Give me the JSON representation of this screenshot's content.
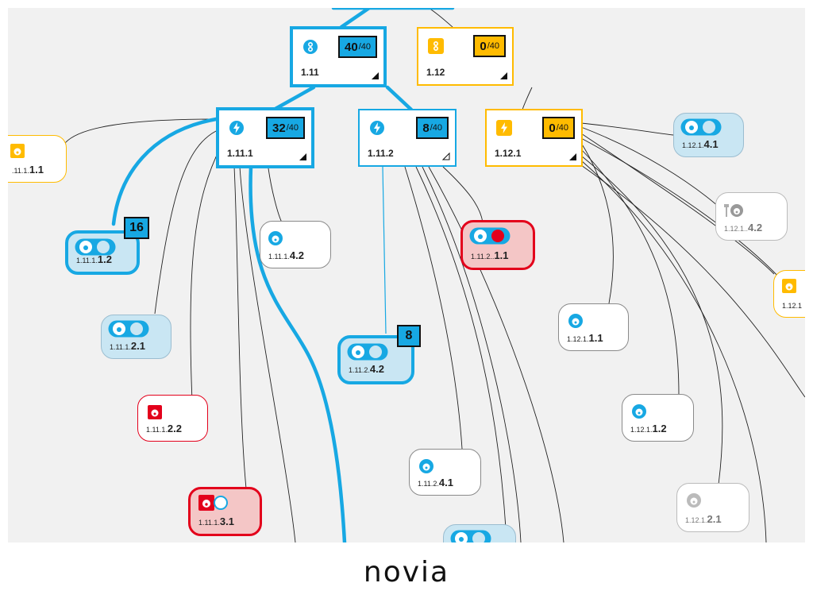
{
  "brand": {
    "logo_text": "novia"
  },
  "colors": {
    "blue": "#17a8e3",
    "amber": "#ffbb00",
    "red": "#e3001b",
    "leaf_blue": "#c9e6f3"
  },
  "nodes": {
    "n1_11": {
      "label": "1.11",
      "count": "40",
      "total": "/40",
      "icon": "sensor-icon"
    },
    "n1_12": {
      "label": "1.12",
      "count": "0",
      "total": "/40",
      "icon": "sensor-icon"
    },
    "n1_11_1": {
      "label": "1.11.1",
      "count": "32",
      "total": "/40",
      "icon": "bolt-icon"
    },
    "n1_11_2": {
      "label": "1.11.2",
      "count": "8",
      "total": "/40",
      "icon": "bolt-icon"
    },
    "n1_12_1": {
      "label": "1.12.1",
      "count": "0",
      "total": "/40",
      "icon": "bolt-icon"
    }
  },
  "leaves": {
    "l_11_1_1": {
      "prefix": ".11.1.",
      "suffix": "1.1"
    },
    "l_11_1_1_2": {
      "prefix": "1.11.1.",
      "suffix": "1.2",
      "badge": "16"
    },
    "l_11_1_4_2": {
      "prefix": "1.11.1.",
      "suffix": "4.2"
    },
    "l_11_1_2_1": {
      "prefix": "1.11.1.",
      "suffix": "2.1"
    },
    "l_11_1_2_2": {
      "prefix": "1.11.1.",
      "suffix": "2.2"
    },
    "l_11_1_3_1": {
      "prefix": "1.11.1.",
      "suffix": "3.1"
    },
    "l_11_2_1_1": {
      "prefix": "1.11.2..",
      "suffix": "1.1"
    },
    "l_11_2_4_2": {
      "prefix": "1.11.2.",
      "suffix": "4.2",
      "badge": "8"
    },
    "l_11_2_4_1": {
      "prefix": "1.11.2.",
      "suffix": "4.1"
    },
    "l_12_1_4_1": {
      "prefix": "1.12.1.",
      "suffix": "4.1"
    },
    "l_12_1_4_2": {
      "prefix": "1.12.1..",
      "suffix": "4.2"
    },
    "l_12_1_1_1": {
      "prefix": "1.12.1.",
      "suffix": "1.1"
    },
    "l_12_1_1_2": {
      "prefix": "1.12.1.",
      "suffix": "1.2"
    },
    "l_12_1_2_1": {
      "prefix": "1.12.1.",
      "suffix": "2.1"
    },
    "l_12_1_x": {
      "prefix": "1.12.1",
      "suffix": ""
    }
  }
}
